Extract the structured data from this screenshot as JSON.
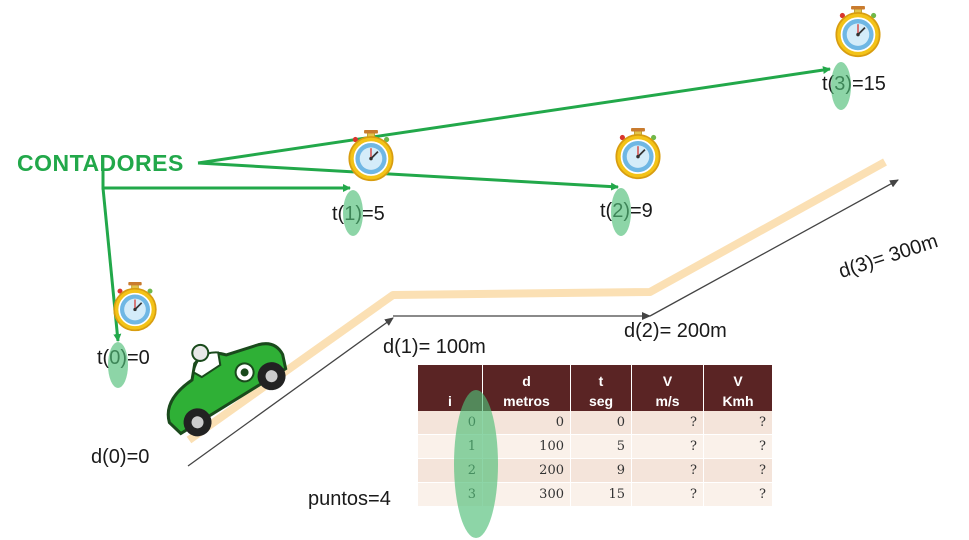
{
  "contadores_label": "CONTADORES",
  "timers": [
    {
      "label": "t(0)=0"
    },
    {
      "label": "t(1)=5"
    },
    {
      "label": "t(2)=9"
    },
    {
      "label": "t(3)=15"
    }
  ],
  "distances": [
    {
      "label": "d(0)=0"
    },
    {
      "label": "d(1)= 100m"
    },
    {
      "label": "d(2)= 200m"
    },
    {
      "label": "d(3)= 300m"
    }
  ],
  "puntos_label": "puntos=4",
  "table": {
    "headers": [
      {
        "top": "",
        "bottom": "i"
      },
      {
        "top": "d",
        "bottom": "metros"
      },
      {
        "top": "t",
        "bottom": "seg"
      },
      {
        "top": "V",
        "bottom": "m/s"
      },
      {
        "top": "V",
        "bottom": "Kmh"
      }
    ],
    "rows": [
      [
        "0",
        "0",
        "0",
        "?",
        "?"
      ],
      [
        "1",
        "100",
        "5",
        "?",
        "?"
      ],
      [
        "2",
        "200",
        "9",
        "?",
        "?"
      ],
      [
        "3",
        "300",
        "15",
        "?",
        "?"
      ]
    ]
  },
  "colors": {
    "arrow_green": "#22a84a",
    "road": "#fbe0b4",
    "table_header": "#5a2424",
    "car_body": "#2fb036",
    "highlight_oval": "#50be78"
  },
  "icons": [
    "stopwatch-icon",
    "race-car-icon"
  ]
}
